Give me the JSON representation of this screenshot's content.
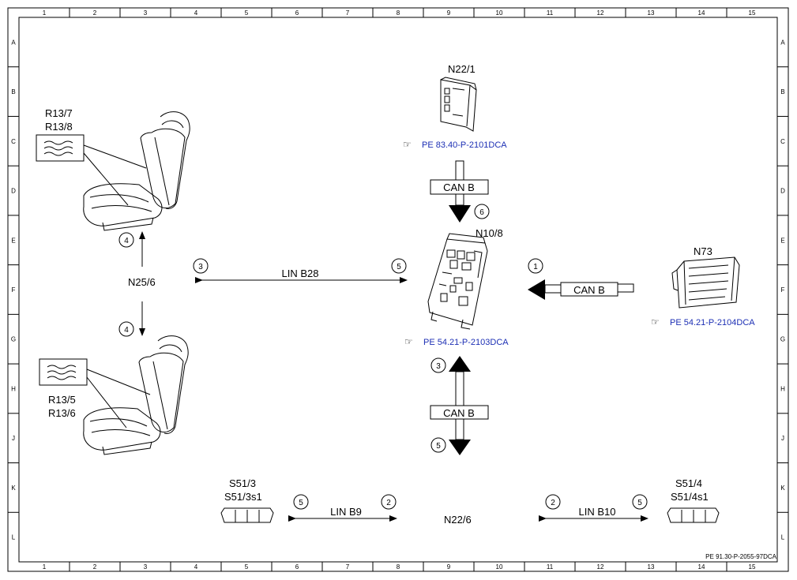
{
  "grid": {
    "columns": [
      "1",
      "2",
      "3",
      "4",
      "5",
      "6",
      "7",
      "8",
      "9",
      "10",
      "11",
      "12",
      "13",
      "14",
      "15"
    ],
    "rows": [
      "A",
      "B",
      "C",
      "D",
      "E",
      "F",
      "G",
      "H",
      "J",
      "K",
      "L"
    ]
  },
  "components": {
    "n22_1": "N22/1",
    "n10_8": "N10/8",
    "n73": "N73",
    "n25_6": "N25/6",
    "n22_6": "N22/6",
    "r13_7": "R13/7",
    "r13_8": "R13/8",
    "r13_5": "R13/5",
    "r13_6": "R13/6",
    "s51_3": "S51/3",
    "s51_3s1": "S51/3s1",
    "s51_4": "S51/4",
    "s51_4s1": "S51/4s1"
  },
  "references": {
    "n22_1": "PE 83.40-P-2101DCA",
    "n10_8": "PE 54.21-P-2103DCA",
    "n73": "PE 54.21-P-2104DCA"
  },
  "buses": {
    "can_top": "CAN B",
    "can_right": "CAN B",
    "can_bottom": "CAN B",
    "lin_b28": "LIN B28",
    "lin_b9": "LIN B9",
    "lin_b10": "LIN B10"
  },
  "markers": {
    "m6": "6",
    "m1": "1",
    "m3_lin": "3",
    "m5_lin": "5",
    "m4_up": "4",
    "m4_down": "4",
    "m3_can": "3",
    "m5_can": "5",
    "m5_b9": "5",
    "m2_b9": "2",
    "m2_b10": "2",
    "m5_b10": "5"
  },
  "document_code": "PE 91.30-P-2055-97DCA"
}
